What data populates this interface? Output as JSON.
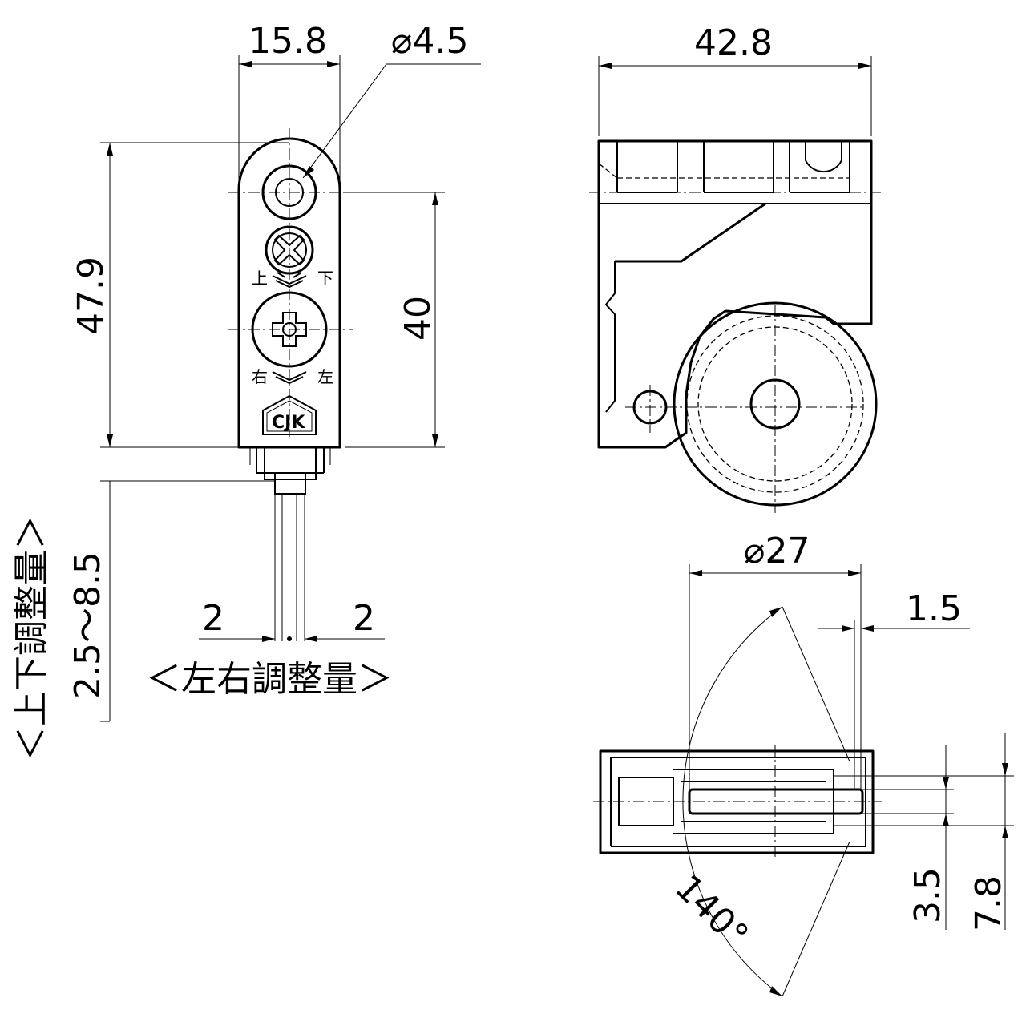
{
  "dimensions": {
    "width_front": "15.8",
    "hole_dia": "⌀4.5",
    "height_total": "47.9",
    "height_hole": "40",
    "width_side": "42.8",
    "wheel_dia": "⌀27",
    "offset_small": "1.5",
    "wheel_thick": "3.5",
    "body_thick": "7.8",
    "angle": "140°",
    "lr_left": "2",
    "lr_right": "2"
  },
  "labels": {
    "vertical_adjust_title": "＜上下調整量＞",
    "vertical_adjust_range": "2.5～8.5",
    "horizontal_adjust_title": "＜左右調整量＞",
    "mark_up": "上",
    "mark_down": "下",
    "mark_right": "右",
    "mark_left": "左",
    "logo": "CJK"
  }
}
